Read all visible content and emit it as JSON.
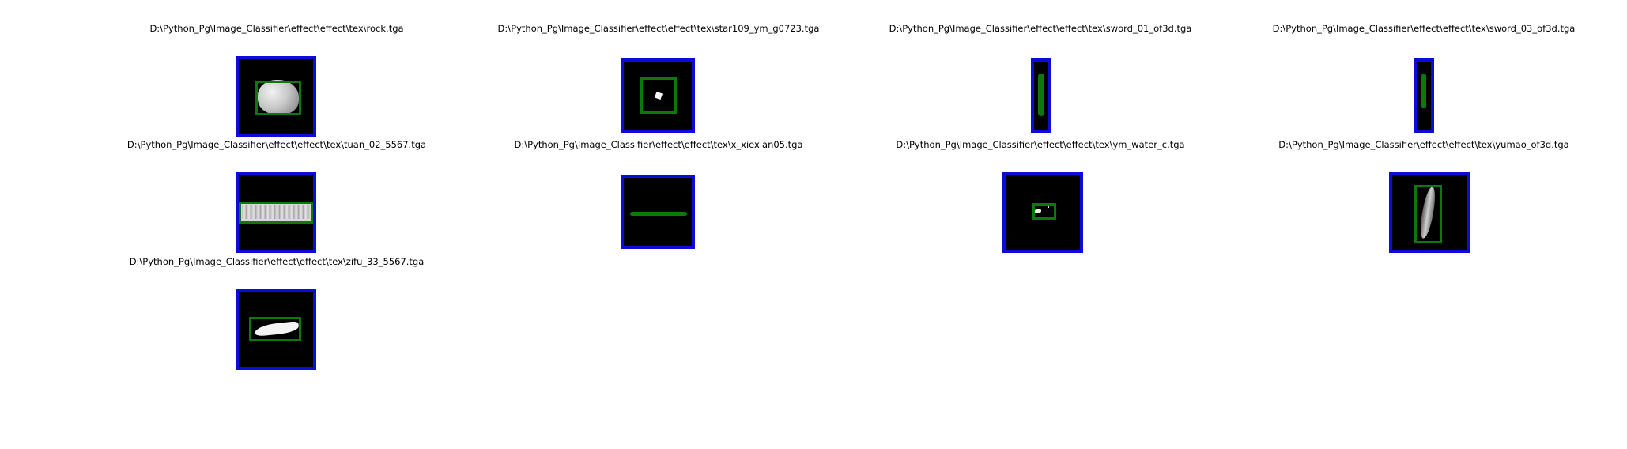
{
  "colors": {
    "background": "#ffffff",
    "thumb_border": "#0b0bdc",
    "thumb_fill": "#000000",
    "bbox": "#0b7a0b",
    "caption_text": "#000000"
  },
  "items": [
    {
      "path": "D:\\Python_Pg\\Image_Classifier\\effect\\effect\\tex\\rock.tga"
    },
    {
      "path": "D:\\Python_Pg\\Image_Classifier\\effect\\effect\\tex\\star109_ym_g0723.tga"
    },
    {
      "path": "D:\\Python_Pg\\Image_Classifier\\effect\\effect\\tex\\sword_01_of3d.tga"
    },
    {
      "path": "D:\\Python_Pg\\Image_Classifier\\effect\\effect\\tex\\sword_03_of3d.tga"
    },
    {
      "path": "D:\\Python_Pg\\Image_Classifier\\effect\\effect\\tex\\tuan_02_5567.tga"
    },
    {
      "path": "D:\\Python_Pg\\Image_Classifier\\effect\\effect\\tex\\x_xiexian05.tga"
    },
    {
      "path": "D:\\Python_Pg\\Image_Classifier\\effect\\effect\\tex\\ym_water_c.tga"
    },
    {
      "path": "D:\\Python_Pg\\Image_Classifier\\effect\\effect\\tex\\yumao_of3d.tga"
    },
    {
      "path": "D:\\Python_Pg\\Image_Classifier\\effect\\effect\\tex\\zifu_33_5567.tga"
    }
  ]
}
